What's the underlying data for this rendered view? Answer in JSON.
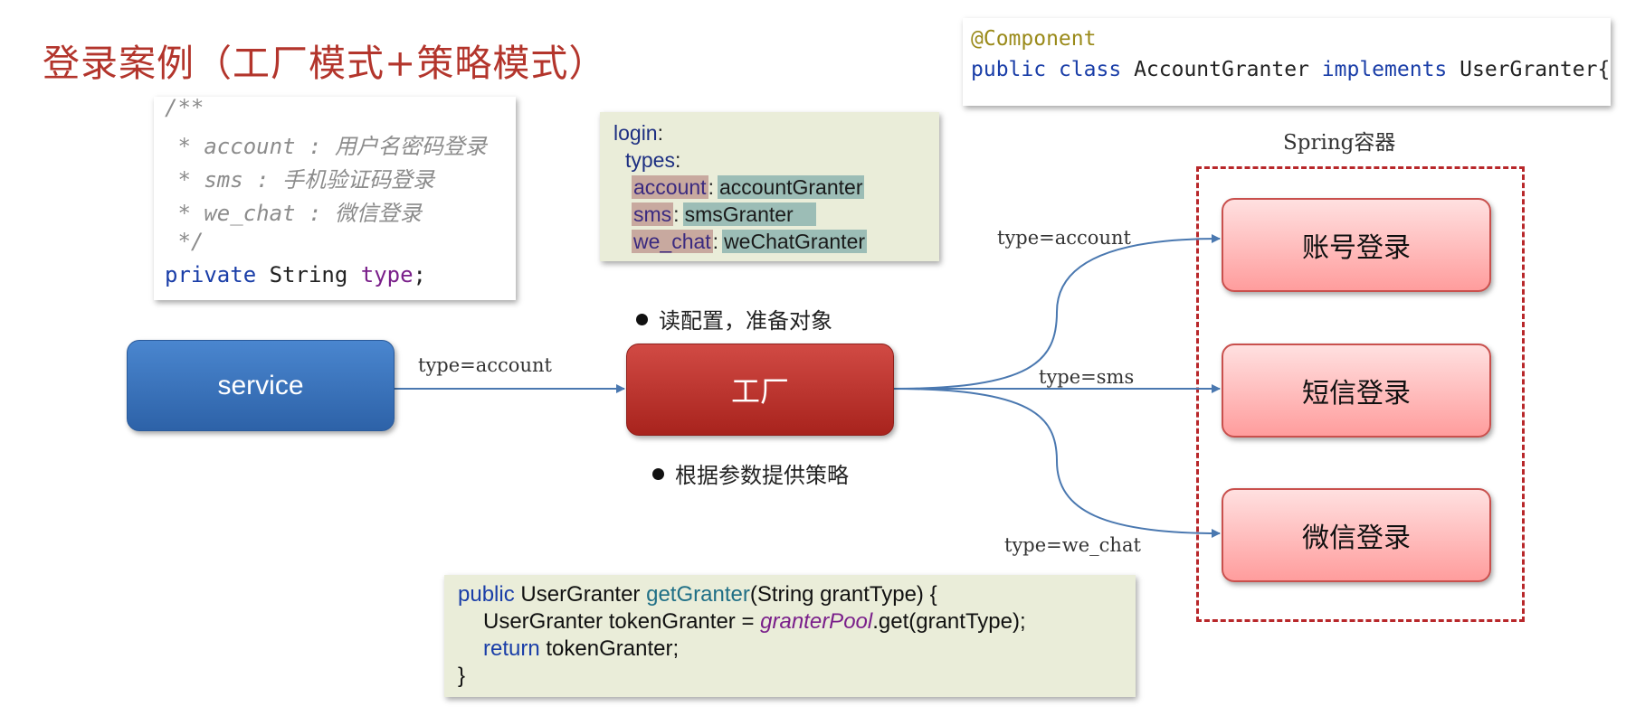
{
  "title": "登录案例（工厂模式+策略模式）",
  "comment_code": {
    "line1": "/**",
    "line2_key": " * account : ",
    "line2_desc": "用户名密码登录",
    "line3_key": " * sms : ",
    "line3_desc": "手机验证码登录",
    "line4_key": " * we_chat : ",
    "line4_desc": "微信登录",
    "line5": " */",
    "line6_kw": "private",
    "line6_type": " String ",
    "line6_field": "type",
    "line6_end": ";"
  },
  "yaml_config": {
    "login": "login",
    "types": "types",
    "colon": ":",
    "entries": [
      {
        "key": "account",
        "value": "accountGranter"
      },
      {
        "key": "sms",
        "value": "smsGranter"
      },
      {
        "key": "we_chat",
        "value": "weChatGranter"
      }
    ]
  },
  "component_code": {
    "annotation": "@Component",
    "kw_public": "public",
    "kw_class": "class",
    "class_name": "AccountGranter",
    "kw_implements": "implements",
    "interface_name": "UserGranter{"
  },
  "method_code": {
    "l1_public": "public",
    "l1_rest1": " UserGranter ",
    "l1_method": "getGranter",
    "l1_rest2": "(String grantType) {",
    "l2_a": "UserGranter tokenGranter = ",
    "l2_pool": "granterPool",
    "l2_b": ".get(grantType);",
    "l3_return": "return",
    "l3_rest": " tokenGranter;",
    "l4": "}"
  },
  "nodes": {
    "service": "service",
    "factory": "工厂",
    "account_login": "账号登录",
    "sms_login": "短信登录",
    "wechat_login": "微信登录"
  },
  "container_label": "Spring容器",
  "edge_labels": {
    "service_to_factory": "type=account",
    "to_account": "type=account",
    "to_sms": "type=sms",
    "to_wechat": "type=we_chat"
  },
  "bullets": {
    "read_config": "读配置，准备对象",
    "provide_strategy": "根据参数提供策略"
  },
  "colors": {
    "title": "#b3352c",
    "service_node": "#3b74bf",
    "factory_node": "#c0352f",
    "login_node": "#ffb3b3",
    "container_border": "#b8272a",
    "edge": "#4a78b0"
  }
}
